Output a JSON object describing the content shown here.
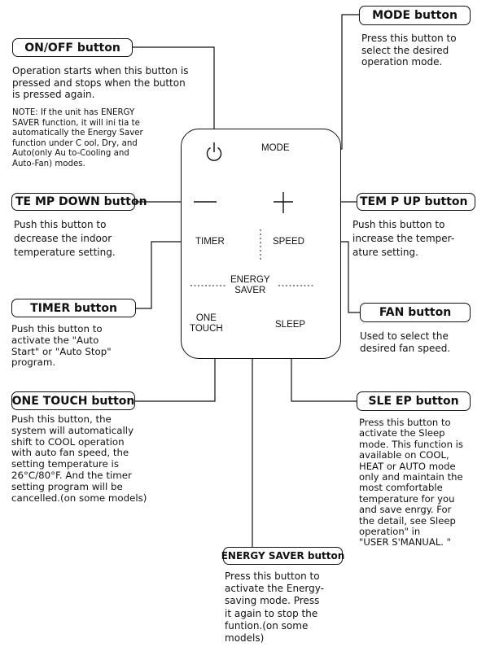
{
  "remote": {
    "mode_label": "MODE",
    "timer_label": "TIMER",
    "speed_label": "SPEED",
    "energy_saver_label": "ENERGY\nSAVER",
    "one_touch_label": "ONE\nTOUCH",
    "sleep_label": "SLEEP"
  },
  "callouts": {
    "mode": {
      "title": "MODE button",
      "desc": "Press this button to\nselect the desired\noperation mode."
    },
    "onoff": {
      "title": "ON/OFF button",
      "desc": "Operation starts when this button is\npressed and stops when the button\nis pressed again.",
      "note": "NOTE: If the   unit has ENERGY\nSAVER function,   it will ini tia te\nautomatically the Energy  Saver\nfunction under   C ool, Dry, and\n Auto(only Au to-Cooling and\nAuto-Fan) modes."
    },
    "temp_down": {
      "title": "TE MP DOWN button",
      "desc": "Push this button to\ndecrease the indoor\ntemperature setting."
    },
    "temp_up": {
      "title": "TEM P UP button",
      "desc": "Push this button to\nincrease the temper-\nature setting."
    },
    "timer": {
      "title": "TIMER  button",
      "desc": "Push this button to\nactivate the \"Auto\nStart\" or \"Auto Stop\"\nprogram."
    },
    "fan": {
      "title": "FAN button",
      "desc": "Used to select the\ndesired fan speed."
    },
    "one_touch": {
      "title": "ONE TOUCH button",
      "desc": "Push this  button, the\nsystem will automatically\nshift to COOL operation\nwith auto fan speed,  the\nsetting temperature is\n26°C/80°F. And the timer\nsetting program will be\ncancelled.(on some models)"
    },
    "sleep": {
      "title": "SLE EP button",
      "desc": "Press this button to\nactivate the Sleep\nmode. This function is\navailable on COOL,\nHEAT or  AUTO mode\nonly and maintain the\nmost comfortable\ntemperature for you\nand save enrgy. For\nthe detail, see  Sleep\noperation\" in\n\"USER S'MANUAL.    \""
    },
    "energy_saver": {
      "title": "ENERGY SAVER button",
      "desc": "Press this button to\nactivate the Energy-\nsaving mode. Press\nit again to stop the\nfuntion.(on some\nmodels)"
    }
  }
}
